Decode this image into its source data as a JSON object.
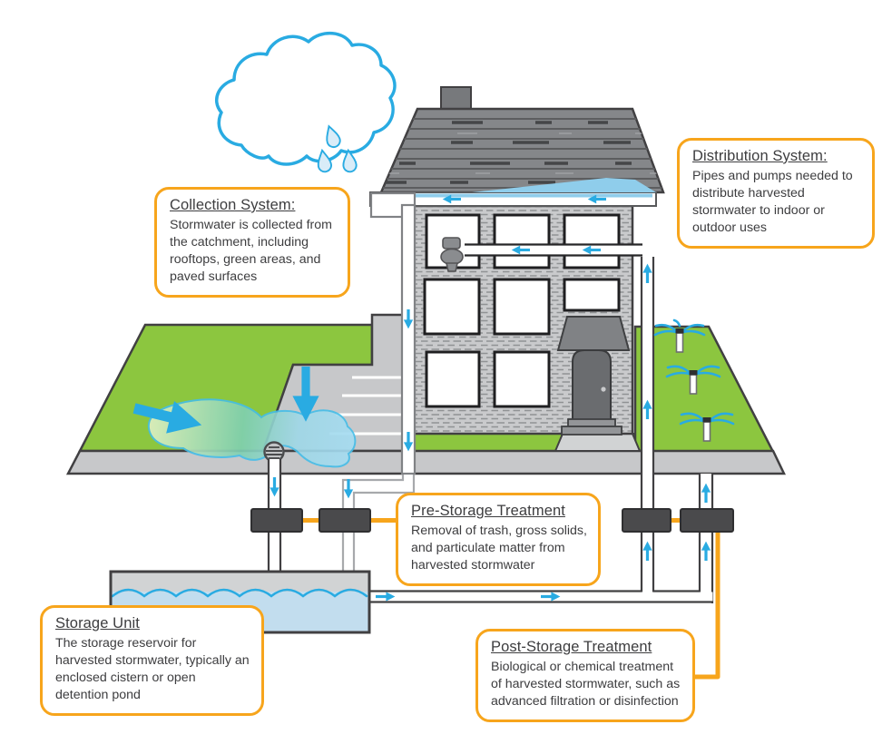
{
  "notes": {
    "collection": {
      "title": "Collection System:",
      "body": "Stormwater is collected from the catchment, including rooftops, green areas, and paved surfaces"
    },
    "distribution": {
      "title": "Distribution System:",
      "body": "Pipes and pumps needed to distribute harvested stormwater to indoor or outdoor uses"
    },
    "pre_storage": {
      "title": "Pre-Storage Treatment",
      "body": "Removal of trash, gross solids, and particulate matter from harvested stormwater"
    },
    "storage": {
      "title": "Storage Unit",
      "body": "The storage reservoir for harvested stormwater, typically an enclosed cistern or open detention pond"
    },
    "post_storage": {
      "title": "Post-Storage Treatment",
      "body": "Biological or chemical treatment of harvested stormwater, such as advanced filtration or disinfection"
    }
  },
  "colors": {
    "orange": "#F7A51C",
    "blue": "#29ABE2",
    "green": "#8CC63F",
    "roof": "#85878A",
    "wall": "#C9CACC",
    "dark": "#4A4A4C",
    "tankwater": "#C2DDEE",
    "puddle_green": "#7FD0B2",
    "puddle_blue": "#A5DCF2"
  },
  "icons": {
    "cloud": "rain-cloud outline",
    "raindrop": "teardrop",
    "flow_arrow": "blue directional arrow",
    "sprinkler": "pop-up lawn sprinkler",
    "toilet": "toilet silhouette",
    "drain": "round street drain grate",
    "treatment_unit": "dark inline filter box",
    "storage_tank": "open water tank"
  }
}
